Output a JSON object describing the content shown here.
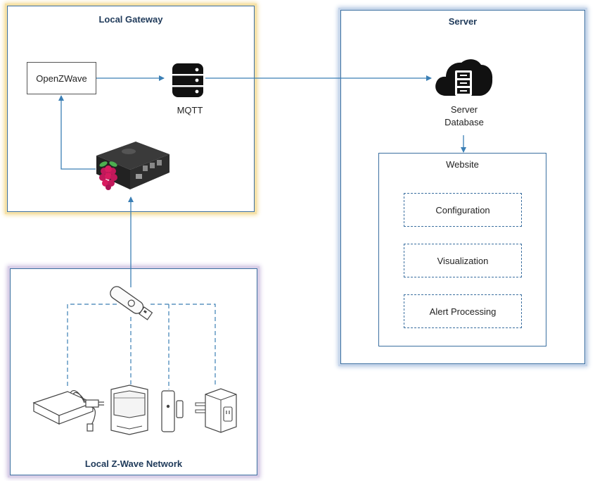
{
  "gateway": {
    "title": "Local Gateway",
    "openzwave": "OpenZWave",
    "mqtt": "MQTT"
  },
  "server": {
    "title": "Server",
    "db_line1": "Server",
    "db_line2": "Database",
    "website": "Website",
    "items": [
      "Configuration",
      "Visualization",
      "Alert Processing"
    ]
  },
  "zwave": {
    "title": "Local Z-Wave Network"
  },
  "colors": {
    "connector": "#3b7fb5",
    "panel_border": "#3b6fa0",
    "gateway_glow": "#f3d98f",
    "server_glow": "#b8cbe4",
    "zwave_glow": "#cdbfe0"
  },
  "icons": {
    "mqtt": "database-icon",
    "server": "cloud-server-icon",
    "gateway_device": "raspberry-pi-icon",
    "usb": "usb-stick-icon",
    "devices": [
      "power-adapter-icon",
      "motion-sensor-icon",
      "door-sensor-icon",
      "smart-plug-icon"
    ]
  }
}
